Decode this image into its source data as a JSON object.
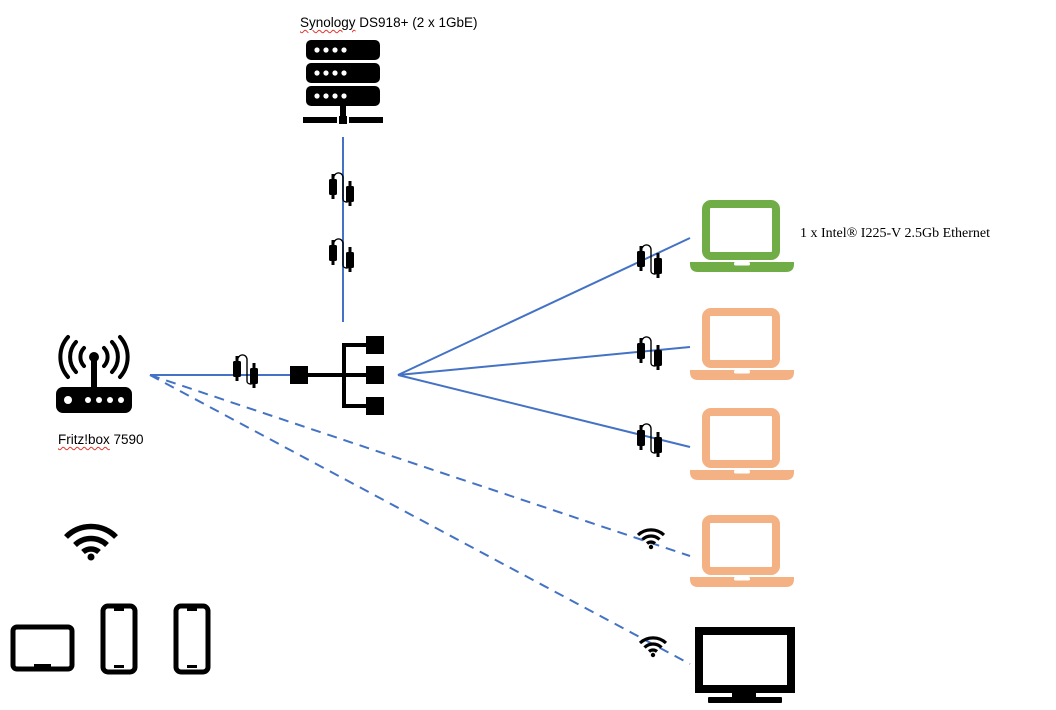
{
  "labels": {
    "nas_name": "Synology",
    "nas_model": " DS918+ (2 x 1GbE)",
    "router_name": "Fritz!box",
    "router_model": " 7590",
    "nic_note": "1 x Intel® I225-V 2.5Gb Ethernet"
  },
  "colors": {
    "wired_link": "#4472c4",
    "wifi_link": "#4472c4",
    "laptop_highlight": "#70ad47",
    "laptop_standard": "#f4b183",
    "icon": "#000000"
  },
  "icons": {
    "nas": "server-rack-icon",
    "router": "wifi-router-icon",
    "switch": "network-switch-icon",
    "cable": "ethernet-cable-icon",
    "wifi": "wifi-signal-icon",
    "tablet": "tablet-icon",
    "phone": "smartphone-icon",
    "monitor": "monitor-icon",
    "laptop": "laptop-icon"
  },
  "links": [
    {
      "from": "nas",
      "to": "switch",
      "kind": "wired"
    },
    {
      "from": "router",
      "to": "switch",
      "kind": "wired"
    },
    {
      "from": "switch",
      "to": "laptop-1",
      "kind": "wired"
    },
    {
      "from": "switch",
      "to": "laptop-2",
      "kind": "wired"
    },
    {
      "from": "switch",
      "to": "laptop-3",
      "kind": "wired"
    },
    {
      "from": "router",
      "to": "laptop-4",
      "kind": "wifi"
    },
    {
      "from": "router",
      "to": "monitor",
      "kind": "wifi"
    }
  ]
}
